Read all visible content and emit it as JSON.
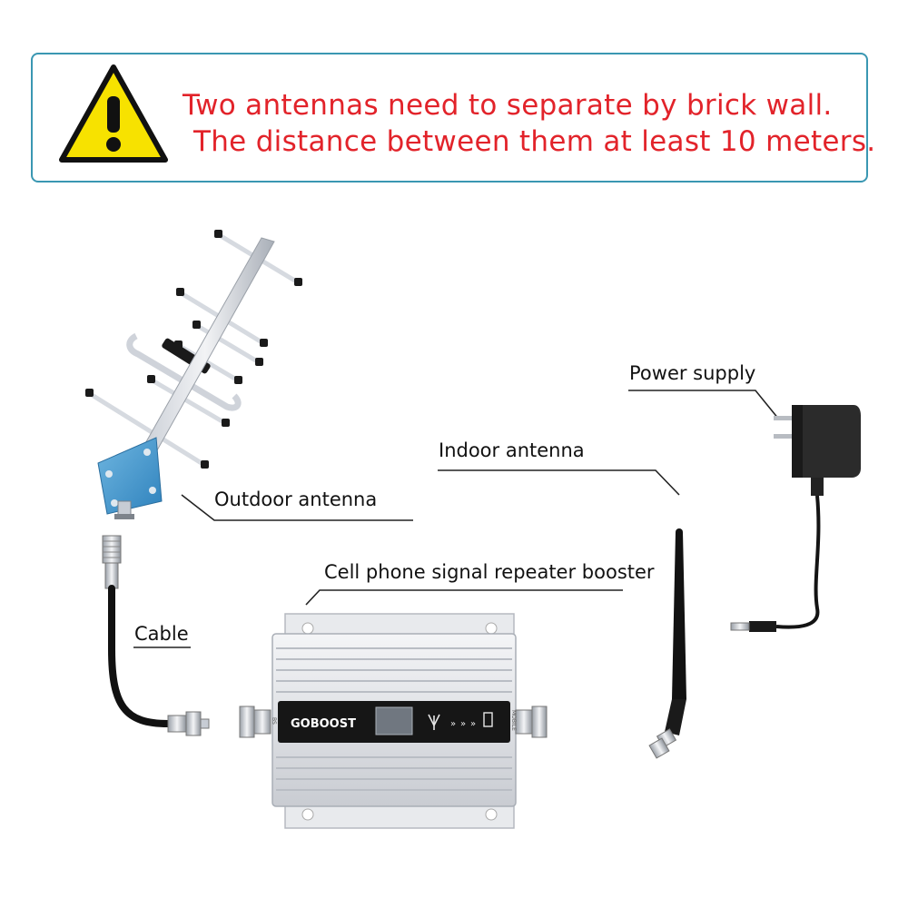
{
  "warning": {
    "icon": "warning-triangle-icon",
    "line1": "Two antennas need to separate by brick wall.",
    "line2": "The distance between them at least 10 meters.",
    "text_color": "#e2232a",
    "border_color": "#3a97b2",
    "icon_color": "#f7e200"
  },
  "labels": {
    "outdoor_antenna": "Outdoor  antenna",
    "indoor_antenna": "Indoor  antenna",
    "power_supply": "Power supply",
    "cable": "Cable",
    "booster": "Cell phone signal repeater booster"
  },
  "booster_device": {
    "brand": "GOBOOST",
    "port_left": "BS",
    "port_right": "MOBILE"
  },
  "icons": [
    "yagi-antenna-icon",
    "omni-antenna-icon",
    "power-adapter-icon",
    "coax-cable-icon",
    "booster-device-icon"
  ]
}
